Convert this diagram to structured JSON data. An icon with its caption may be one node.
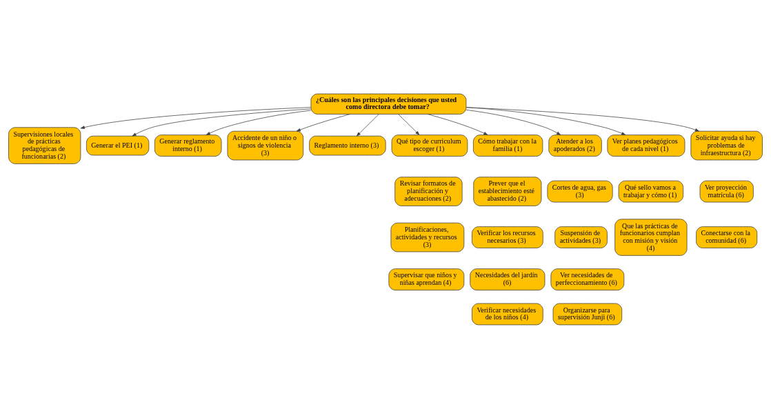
{
  "diagram": {
    "nodes": [
      {
        "text": [
          "¿Cuáles son las principales decisiones que usted como directora debe tomar?"
        ]
      },
      {
        "text": [
          "Supervisiones locales de prácticas pedagógicas de funcionarias (2)"
        ]
      },
      {
        "text": [
          "Generar el PEI (1)"
        ]
      },
      {
        "text": [
          "Generar reglamento interno (1)"
        ]
      },
      {
        "text": [
          "Accidente de un niño o signos de violencia (3)"
        ]
      },
      {
        "text": [
          "Reglamento interno (3)"
        ]
      },
      {
        "text": [
          "Qué tipo de curriculum escoger (1)"
        ]
      },
      {
        "text": [
          "Cómo trabajar con la familia (1)"
        ]
      },
      {
        "text": [
          "Atender a los apoderados (2)"
        ]
      },
      {
        "text": [
          "Ver planes pedagógicos de cada nivel (1)"
        ]
      },
      {
        "text": [
          "Revisar formatos de planificación y adecuaciones (2)"
        ]
      },
      {
        "text": [
          "Prever que el establecimiento esté abastecido (2)"
        ]
      },
      {
        "text": [
          "Solicitar ayuda si hay problemas de infraestructura (2)"
        ]
      },
      {
        "text": [
          "Cortes de agua, gas (3)"
        ]
      },
      {
        "text": [
          "Qué sello vamos a trabajar y cómo (1)"
        ]
      },
      {
        "text": [
          "Planificaciones, actividades y recursos (3)"
        ]
      },
      {
        "text": [
          "Verificar los recursos necesarios (3)"
        ]
      },
      {
        "text": [
          "Ver proyección matrícula (6)"
        ]
      },
      {
        "text": [
          "Suspensión de actividades (3)"
        ]
      },
      {
        "text": [
          "Necesidades del jardín (6)"
        ]
      },
      {
        "text": [
          "Conectarse con la comunidad (6)"
        ]
      },
      {
        "text": [
          "Ver necesidades de perfeccionamiento (6)"
        ]
      },
      {
        "text": [
          "Que las prácticas de funcionarios cumplan con misión y visión (4)"
        ]
      },
      {
        "text": [
          "Supervisar que niños y niñas aprendan (4)"
        ]
      },
      {
        "text": [
          "Verificar necesidades de los niños (4)"
        ]
      },
      {
        "text": [
          "Organizarse para supervisión Junji (6)"
        ]
      }
    ],
    "edges": [
      {
        "from": 0,
        "to": 2,
        "arrow": "to"
      },
      {
        "from": 0,
        "to": 3,
        "arrow": "to"
      },
      {
        "from": 0,
        "to": 5,
        "arrow": "to"
      },
      {
        "from": 0,
        "to": 9,
        "arrow": "to"
      },
      {
        "from": 0,
        "to": 6,
        "arrow": "to"
      },
      {
        "from": 0,
        "to": 7,
        "arrow": "to"
      },
      {
        "from": 0,
        "to": 12,
        "arrow": "to"
      },
      {
        "from": 0,
        "to": 8,
        "arrow": "to"
      },
      {
        "from": 0,
        "to": 1,
        "arrow": "to"
      },
      {
        "from": 0,
        "to": 4,
        "arrow": "to"
      }
    ]
  }
}
